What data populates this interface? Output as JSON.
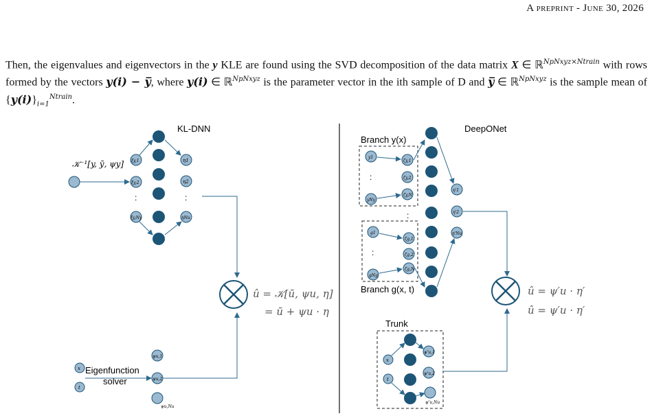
{
  "header": "A preprint - June 30, 2026",
  "paragraph": {
    "s1": "Then, the eigenvalues and eigenvectors in the ",
    "y_sym": "y",
    "s2": " KLE are found using the SVD decomposition of the data matrix",
    "X_sym": "X",
    "s3": " ∈ ℝ",
    "X_sup": "NpNxyz×Ntrain",
    "s4": " with rows formed by the vectors ",
    "yi": "y(i) − y̅",
    "s5": ", where ",
    "yi2": "y(i)",
    "s6": " ∈ ℝ",
    "yi2_sup": "NpNxyz",
    "s7": " is the parameter vector in the",
    "s8": "ith sample of D and ",
    "ybar": "y̅",
    "s9": " ∈ ℝ",
    "ybar_sup": "NpNxyz",
    "s10": " is the sample mean of {",
    "set": "y(i)",
    "s11": "}",
    "set_range": "i=1",
    "set_top": "Ntrain",
    "s12": "."
  },
  "figure": {
    "left_title": "KL-DNN",
    "left_input_label": "𝒦⁻¹[y, ȳ, ψy]",
    "xi_labels": [
      "ξy,1",
      "ξy,2",
      "ξy,Ny"
    ],
    "eta_labels": [
      "η1",
      "η2",
      "ηNu"
    ],
    "dots": ":",
    "left_eq_line1": "û = 𝒦[ū, ψu, η]",
    "left_eq_line2": "= ū + ψu · η",
    "eigen_label_1": "Eigenfunction",
    "eigen_label_2": "solver",
    "eigen_inputs": [
      "x",
      "t"
    ],
    "psi_labels": [
      "ψu,1",
      "ψu,2",
      "ψu,Nu"
    ],
    "right_title": "DeepONet",
    "branch_y_label": "Branch y(x)",
    "branch_g_label": "Branch g(x, t)",
    "trunk_label": "Trunk",
    "y_inputs": [
      "y1",
      "yNy"
    ],
    "zeta_y_labels": [
      "ζy,1",
      "ζy,2",
      "ζy,N"
    ],
    "g_inputs": [
      "g1",
      "gNg"
    ],
    "zeta_g_labels": [
      "ζg,1",
      "ζg,2",
      "ζg,N"
    ],
    "eta_prime_labels": [
      "η'1",
      "η'2",
      "η'Nu"
    ],
    "trunk_inputs": [
      "x",
      "t"
    ],
    "psi_prime_labels": [
      "ψ'u,1",
      "ψ'u,2",
      "ψ'u,Nu"
    ],
    "right_eq_line1": "û = ψ′u · η′",
    "right_eq_line2": "û = ψ′u · η′",
    "colors": {
      "node_dark": "#1d5577",
      "node_light": "#9bb9d0",
      "edge": "#2e6a8e",
      "ring": "#1d5577"
    }
  }
}
